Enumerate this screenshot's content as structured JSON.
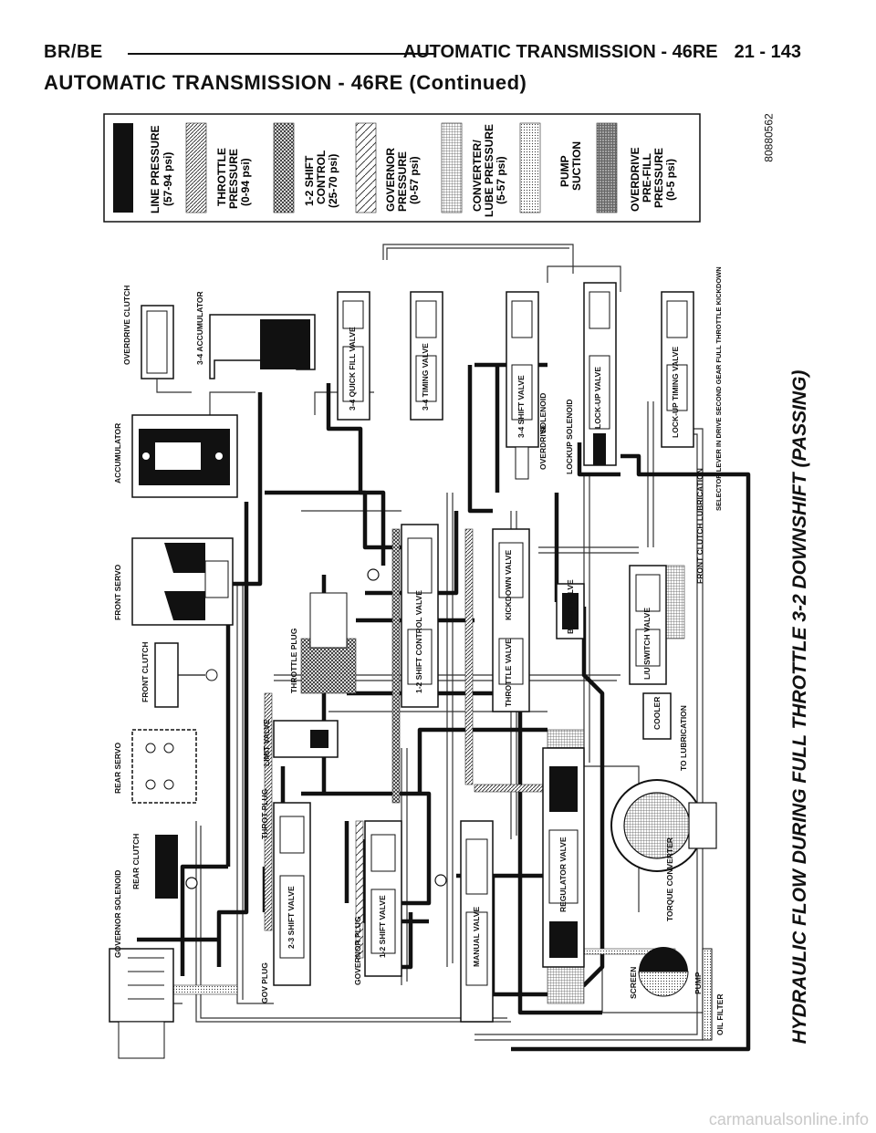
{
  "header": {
    "left": "BR/BE",
    "title": "AUTOMATIC TRANSMISSION - 46RE",
    "page": "21 - 143"
  },
  "subtitle": "AUTOMATIC TRANSMISSION - 46RE (Continued)",
  "figure_code": "80880562",
  "caption": "HYDRAULIC FLOW DURING FULL THROTTLE 3-2 DOWNSHIFT (PASSING)",
  "legend": [
    {
      "line1": "LINE PRESSURE",
      "line2": "(57-94 psi)",
      "line3": "",
      "line4": "",
      "pattern": "solid"
    },
    {
      "line1": "THROTTLE",
      "line2": "PRESSURE",
      "line3": "(0-94 psi)",
      "line4": "",
      "pattern": "hatch-fine"
    },
    {
      "line1": "1-2 SHIFT",
      "line2": "CONTROL",
      "line3": "(25-70 psi)",
      "line4": "",
      "pattern": "crosshatch"
    },
    {
      "line1": "GOVERNOR",
      "line2": "PRESSURE",
      "line3": "(0-57 psi)",
      "line4": "",
      "pattern": "diagonal"
    },
    {
      "line1": "CONVERTER/",
      "line2": "LUBE PRESSURE",
      "line3": "(5-57 psi)",
      "line4": "",
      "pattern": "grid"
    },
    {
      "line1": "PUMP",
      "line2": "SUCTION",
      "line3": "",
      "line4": "",
      "pattern": "dots"
    },
    {
      "line1": "OVERDRIVE",
      "line2": "PRE-FILL",
      "line3": "PRESSURE",
      "line4": "(0-5 psi)",
      "pattern": "dense"
    }
  ],
  "components": {
    "overdrive_clutch": "OVERDRIVE CLUTCH",
    "accumulator_34": "3-4 ACCUMULATOR",
    "quick_fill": "3-4 QUICK FILL VALVE",
    "timing_34": "3-4 TIMING VALVE",
    "shift_34": "3-4 SHIFT VALVE",
    "solenoid": "SOLENOID",
    "overdrive": "OVERDRIVE",
    "lockup_solenoid": "LOCKUP SOLENOID",
    "lockup_valve": "LOCK-UP VALVE",
    "lockup_timing": "LOCK-UP TIMING VALVE",
    "selector": "SELECTOR LEVER IN DRIVE SECOND GEAR FULL THROTTLE KICKDOWN",
    "accumulator": "ACCUMULATOR",
    "front_servo": "FRONT SERVO",
    "front_clutch": "FRONT CLUTCH",
    "rear_servo": "REAR SERVO",
    "rear_clutch": "REAR CLUTCH",
    "governor_solenoid": "GOVERNOR SOLENOID",
    "throttle_plug": "THROTTLE PLUG",
    "control_12": "1-2 SHIFT CONTROL VALVE",
    "throttle_valve": "THROTTLE VALVE",
    "kickdown_valve": "KICKDOWN VALVE",
    "boost_valve": "BOOST VALVE",
    "switch_valve": "L/U SWITCH VALVE",
    "front_clutch_lube": "FRONT CLUTCH LUBRICATION",
    "limit_valve": "LIMIT VALVE",
    "cooler": "COOLER",
    "to_lube": "TO LUBRICATION",
    "throt_plug": "THROT PLUG",
    "shift_23": "2-3 SHIFT VALVE",
    "gov_plug": "GOV PLUG",
    "governor_plug": "GOVERNOR PLUG",
    "shift_12": "1-2 SHIFT VALVE",
    "manual_valve": "MANUAL VALVE",
    "regulator_valve": "REGULATOR VALVE",
    "torque_converter": "TORQUE CONVERTER",
    "screen": "SCREEN",
    "pump": "PUMP",
    "oil_filter": "OIL FILTER"
  },
  "colors": {
    "line_pressure": "#111111",
    "background": "#ffffff",
    "watermark": "#c9c9c9"
  },
  "watermark": "carmanualsonline.info"
}
